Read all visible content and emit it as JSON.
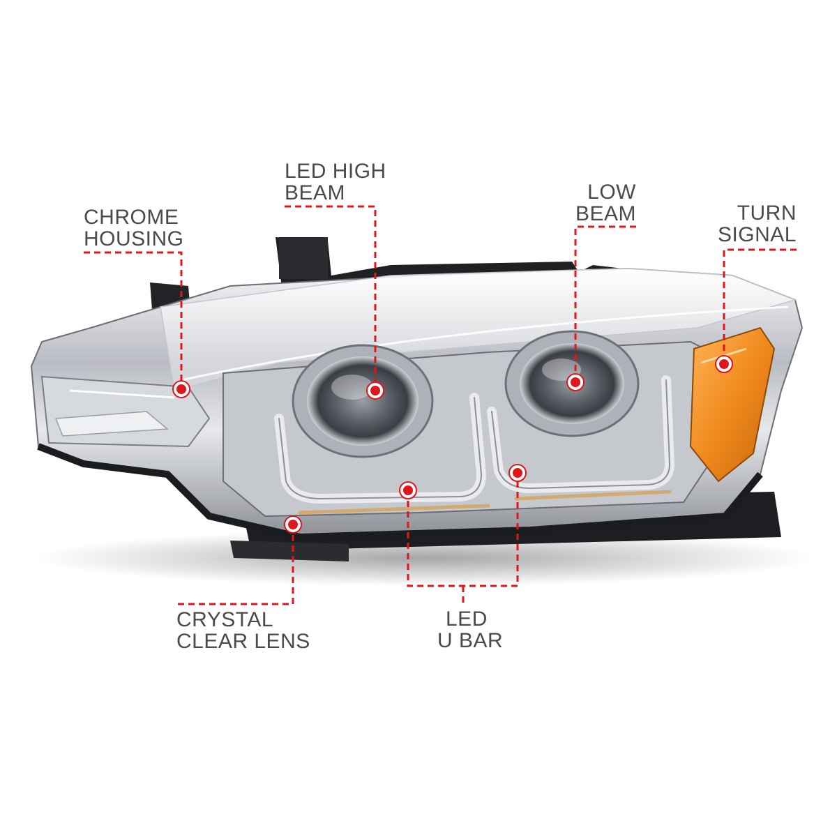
{
  "callouts": {
    "chrome_housing": {
      "line1": "CHROME",
      "line2": "HOUSING"
    },
    "led_high_beam": {
      "line1": "LED HIGH",
      "line2": "BEAM"
    },
    "low_beam": {
      "line1": "LOW",
      "line2": "BEAM"
    },
    "turn_signal": {
      "line1": "TURN",
      "line2": "SIGNAL"
    },
    "crystal_clear_lens": {
      "line1": "CRYSTAL",
      "line2": "CLEAR LENS"
    },
    "led_u_bar": {
      "line1": "LED",
      "line2": "U BAR"
    }
  },
  "colors": {
    "callout_red": "#e0161d",
    "label_gray": "#4a4a4a",
    "amber": "#f08a1c"
  }
}
